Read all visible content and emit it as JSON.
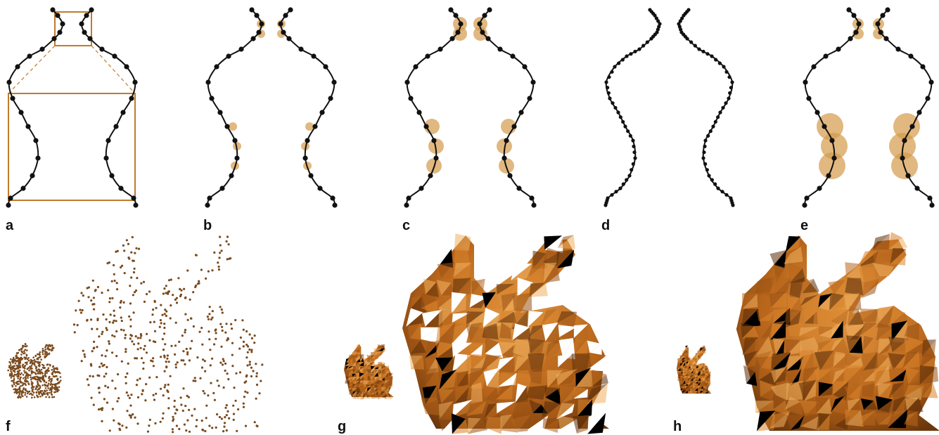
{
  "panels": [
    {
      "label": "a",
      "curve": "vase-profile",
      "points": "coarse",
      "highlights": "zoom-boxes"
    },
    {
      "label": "b",
      "curve": "vase-profile",
      "points": "coarse",
      "highlights": "small-disks"
    },
    {
      "label": "c",
      "curve": "vase-profile",
      "points": "coarse",
      "highlights": "medium-disks"
    },
    {
      "label": "d",
      "curve": "vase-profile",
      "points": "dense",
      "highlights": "none"
    },
    {
      "label": "e",
      "curve": "vase-profile",
      "points": "coarse",
      "highlights": "large-disks"
    },
    {
      "label": "f",
      "model": "bunny",
      "render": "point-cloud"
    },
    {
      "label": "g",
      "model": "bunny",
      "render": "mesh-with-holes"
    },
    {
      "label": "h",
      "model": "bunny",
      "render": "closed-mesh"
    }
  ],
  "colors": {
    "curve": "#111111",
    "sample_point": "#111111",
    "highlight_fill": "#d39a4a",
    "box_stroke": "#c07a2c",
    "cloud_point": "#7a4a1e",
    "mesh_base": "#b8661b",
    "mesh_light": "#f0b060",
    "mesh_dark": "#5a2c08",
    "label": "#111111"
  }
}
